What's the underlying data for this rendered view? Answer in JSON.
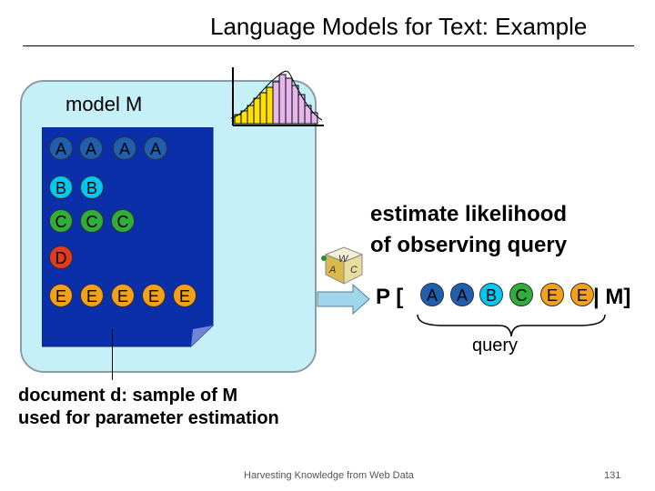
{
  "slide": {
    "title": "Language Models for Text: Example",
    "model_label": "model M",
    "doc_tokens": {
      "row_a": [
        "A",
        "A",
        "A",
        "A"
      ],
      "row_b": [
        "B",
        "B"
      ],
      "row_c": [
        "C",
        "C",
        "C"
      ],
      "row_d": [
        "D"
      ],
      "row_e": [
        "E",
        "E",
        "E",
        "E",
        "E"
      ]
    },
    "estimate_line1": "estimate likelihood",
    "estimate_line2": "of observing query",
    "prob_prefix": "P [",
    "query_tokens": [
      "A",
      "A",
      "B",
      "C",
      "E",
      "E"
    ],
    "prob_suffix": "| M]",
    "query_label": "query",
    "caption_line1": "document d: sample of M",
    "caption_line2": "used for parameter estimation",
    "footer": "Harvesting Knowledge from Web Data",
    "page_number": "131",
    "dice_letters": [
      "A",
      "W",
      "C"
    ]
  },
  "colors": {
    "A": "#1f5fb0",
    "B": "#00c8f0",
    "C": "#2fae3c",
    "D": "#e23b1e",
    "E": "#f3a11a",
    "document": "#0a2fa8",
    "model_box": "#c6f0f8",
    "arrow_fill": "#9fd6ec"
  }
}
